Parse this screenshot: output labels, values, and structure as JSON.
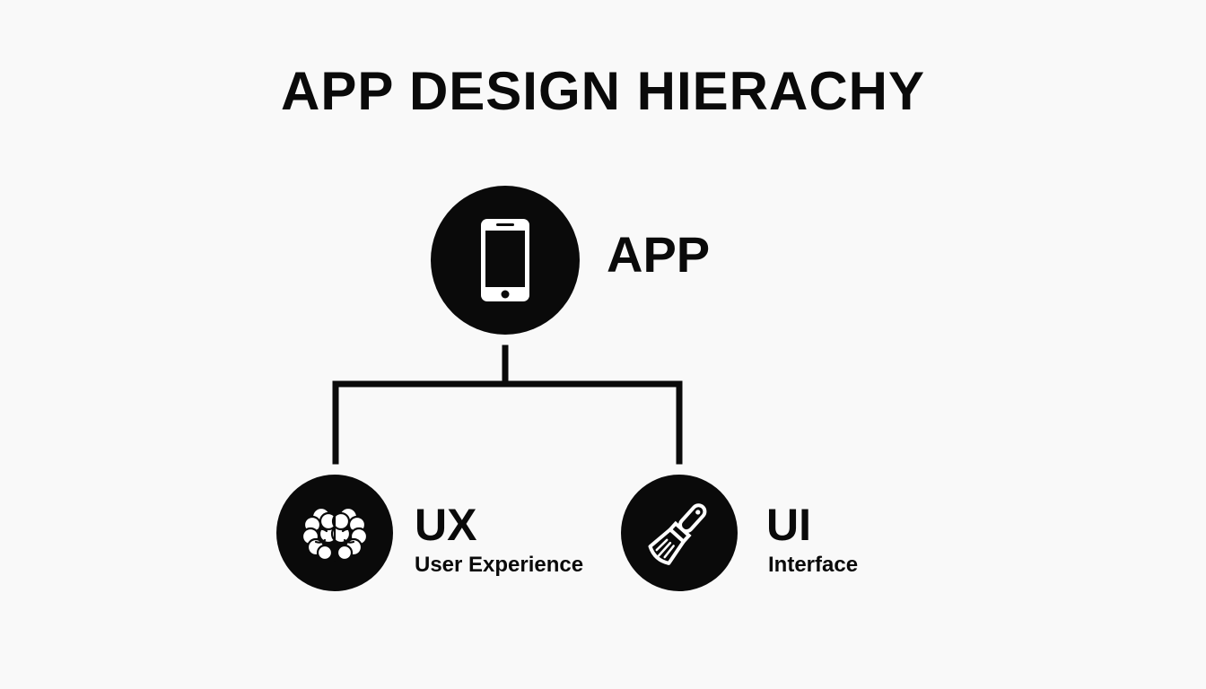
{
  "title": "APP DESIGN HIERACHY",
  "colors": {
    "background": "#f9f9f9",
    "ink": "#0a0a0a",
    "icon": "#ffffff"
  },
  "nodes": {
    "app": {
      "label": "APP",
      "icon": "smartphone-icon"
    },
    "ux": {
      "label": "UX",
      "sublabel": "User Experience",
      "icon": "brain-icon"
    },
    "ui": {
      "label": "UI",
      "sublabel": "Interface",
      "icon": "paintbrush-icon"
    }
  }
}
